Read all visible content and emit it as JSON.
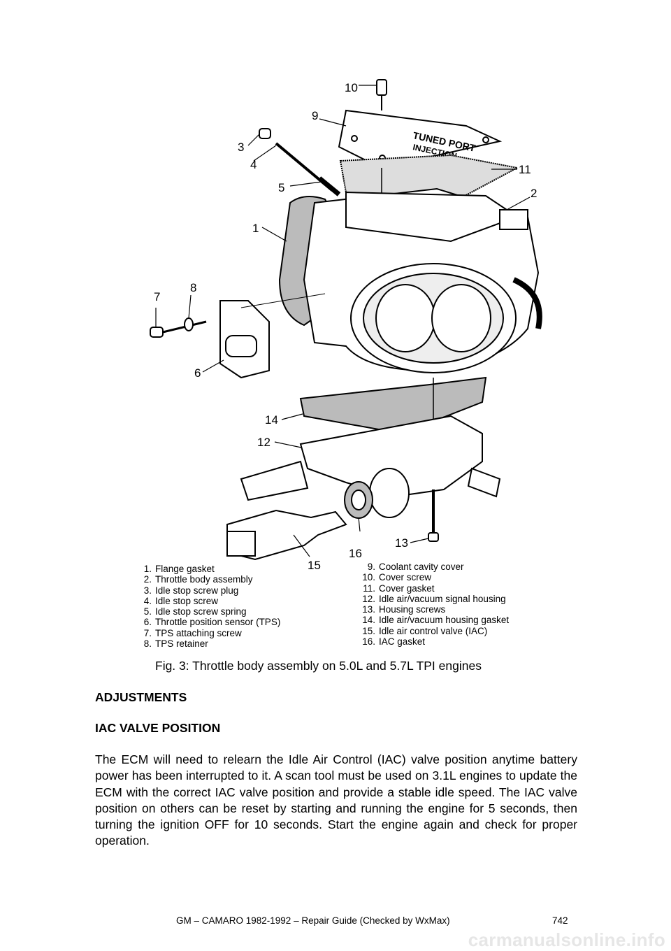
{
  "figure": {
    "callouts": [
      "10",
      "9",
      "3",
      "4",
      "5",
      "11",
      "2",
      "1",
      "7",
      "8",
      "6",
      "14",
      "12",
      "16",
      "13",
      "15"
    ],
    "legend_left": [
      {
        "num": "1.",
        "label": "Flange gasket"
      },
      {
        "num": "2.",
        "label": "Throttle body assembly"
      },
      {
        "num": "3.",
        "label": "Idle stop screw plug"
      },
      {
        "num": "4.",
        "label": "Idle stop screw"
      },
      {
        "num": "5.",
        "label": "Idle stop screw spring"
      },
      {
        "num": "6.",
        "label": "Throttle position sensor (TPS)"
      },
      {
        "num": "7.",
        "label": "TPS attaching screw"
      },
      {
        "num": "8.",
        "label": "TPS retainer"
      }
    ],
    "legend_right": [
      {
        "num": "9.",
        "label": "Coolant cavity cover"
      },
      {
        "num": "10.",
        "label": "Cover screw"
      },
      {
        "num": "11.",
        "label": "Cover gasket"
      },
      {
        "num": "12.",
        "label": "Idle air/vacuum signal housing"
      },
      {
        "num": "13.",
        "label": "Housing screws"
      },
      {
        "num": "14.",
        "label": "Idle air/vacuum housing gasket"
      },
      {
        "num": "15.",
        "label": "Idle air control valve (IAC)"
      },
      {
        "num": "16.",
        "label": "IAC gasket"
      }
    ],
    "caption": "Fig. 3: Throttle body assembly on 5.0L and 5.7L TPI engines"
  },
  "headings": {
    "section": "ADJUSTMENTS",
    "subsection": "IAC VALVE POSITION"
  },
  "body_text": "The ECM will need to relearn the Idle Air Control (IAC) valve position anytime battery power has been interrupted to it. A scan tool must be used on 3.1L engines to update the ECM with the correct IAC valve position and provide a stable idle speed. The IAC valve position on others can be reset by starting and running the engine for 5 seconds, then turning the ignition OFF for 10 seconds. Start the engine again and check for proper operation.",
  "footer": {
    "title": "GM – CAMARO 1982-1992 – Repair Guide (Checked by WxMax)",
    "page_number": "742"
  },
  "watermark": "carmanualsonline.info"
}
